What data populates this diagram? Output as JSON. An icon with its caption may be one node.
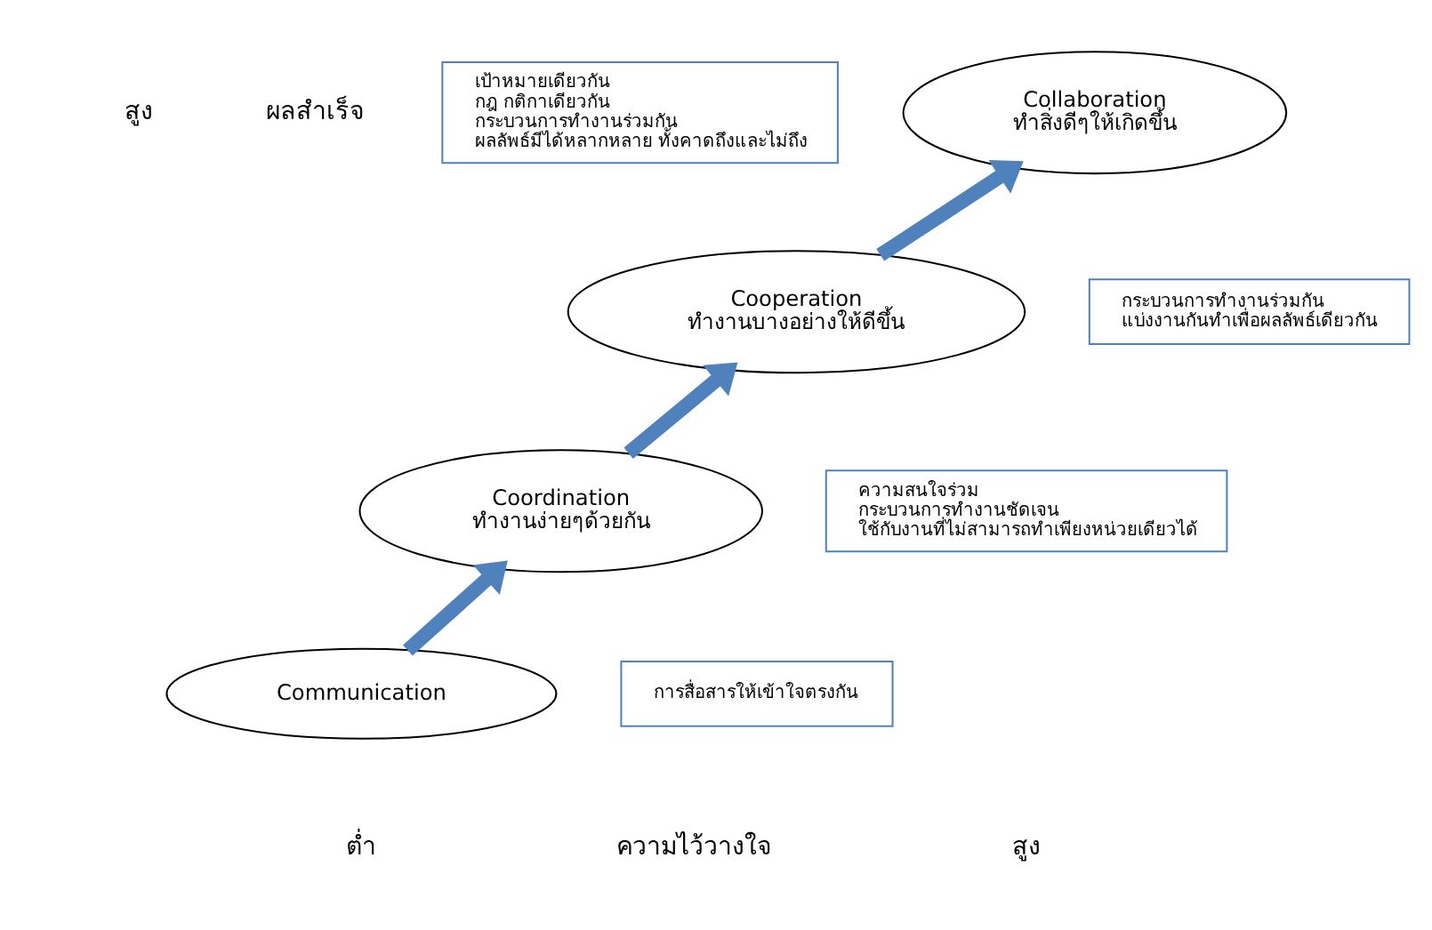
{
  "diagram": {
    "nodes": [
      {
        "text": [
          "เป้าหมายเดียวกัน",
          "กฎ กติกาเดียวกัน",
          "กระบวนการทำงานร่วมกัน",
          "ผลลัพธ์มีได้หลากหลาย ทั้งคาดถึงและไม่ถึง"
        ]
      },
      {
        "text": [
          "Collaboration",
          "ทำสิ่งดีๆให้เกิดขึ้น"
        ]
      },
      {
        "text": [
          "Cooperation",
          "ทำงานบางอย่างให้ดีขึ้น"
        ]
      },
      {
        "text": [
          "กระบวนการทำงานร่วมกัน",
          "แบ่งงานกันทำเพื่อผลลัพธ์เดียวกัน"
        ]
      },
      {
        "text": [
          "Coordination",
          "ทำงานง่ายๆด้วยกัน"
        ]
      },
      {
        "text": [
          "ความสนใจร่วม",
          "กระบวนการทำงานชัดเจน",
          "ใช้กับงานที่ไม่สามารถทำเพียงหน่วยเดียวได้"
        ]
      },
      {
        "text": [
          "Communication"
        ]
      },
      {
        "text": [
          "การสื่อสารให้เข้าใจตรงกัน"
        ]
      }
    ],
    "edges": [
      {
        "from": 6,
        "to": 4,
        "arrow": "to",
        "color": "#4f81bd"
      },
      {
        "from": 4,
        "to": 2,
        "arrow": "to",
        "color": "#4f81bd"
      },
      {
        "from": 2,
        "to": 1,
        "arrow": "to",
        "color": "#4f81bd"
      }
    ],
    "labels": [
      "สูง",
      "ผลสำเร็จ",
      "ต่ำ",
      "ความไว้วางใจ",
      "สูง"
    ]
  }
}
